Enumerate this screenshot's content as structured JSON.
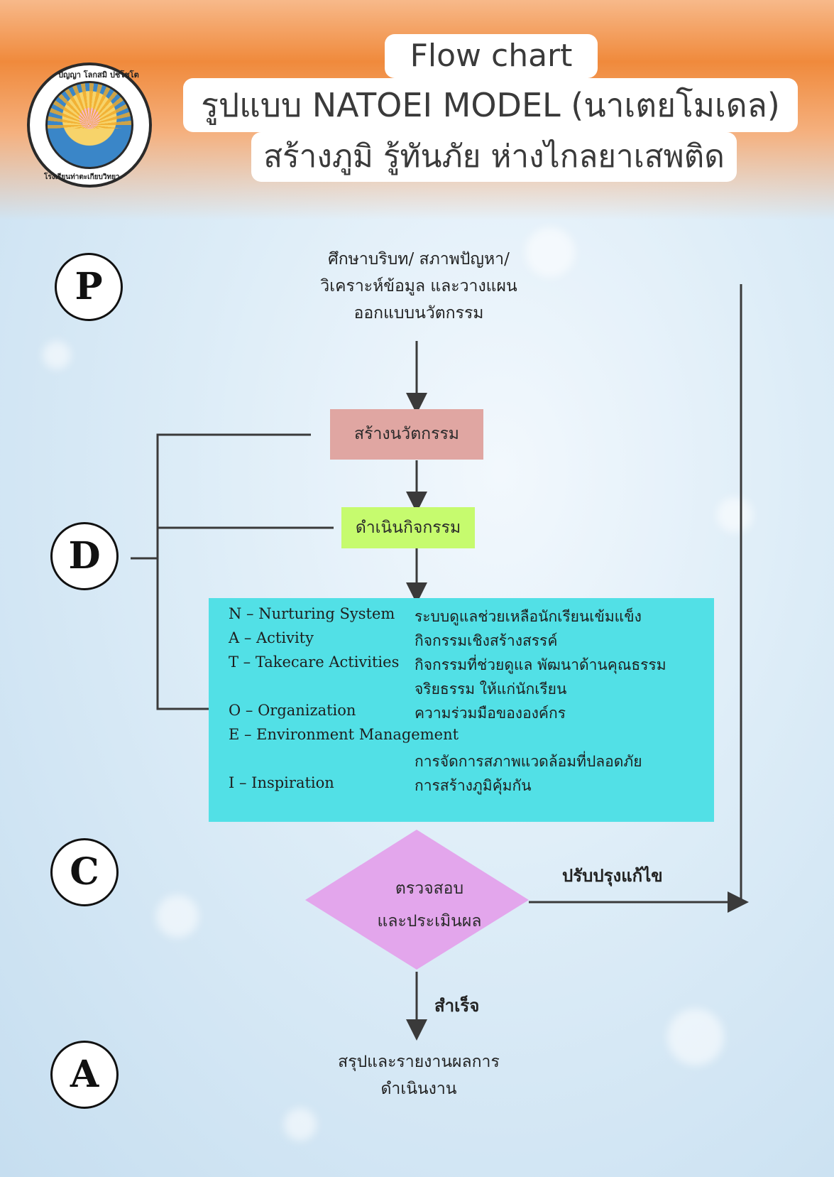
{
  "header": {
    "title_line1": "Flow chart",
    "title_line2": "รูปแบบ NATOEI MODEL (นาเตยโมเดล)",
    "title_line3": "สร้างภูมิ รู้ทันภัย ห่างไกลยาเสพติด"
  },
  "logo": {
    "motto": "ปัญญา โลกสมิ ปชโชโต",
    "school_name": "โรงเรียนท่าตะเกียบวิทยา"
  },
  "phases": {
    "p": "P",
    "d": "D",
    "c": "C",
    "a": "A"
  },
  "nodes": {
    "plan_line1": "ศึกษาบริบท/ สภาพปัญหา/",
    "plan_line2": "วิเคราะห์ข้อมูล และวางแผน",
    "plan_line3": "ออกแบบนวัตกรรม",
    "create": "สร้างนวัตกรรม",
    "do": "ดำเนินกิจกรรม",
    "check_line1": "ตรวจสอบ",
    "check_line2": "และประเมินผล",
    "improve_label": "ปรับปรุงแก้ไข",
    "success_label": "สำเร็จ",
    "act_line1": "สรุปและรายงานผลการ",
    "act_line2": "ดำเนินงาน"
  },
  "model": [
    {
      "en": "N – Nurturing System",
      "th": "ระบบดูแลช่วยเหลือนักเรียนเข้มแข็ง"
    },
    {
      "en": "A – Activity",
      "th": "กิจกรรมเชิงสร้างสรรค์"
    },
    {
      "en": "T – Takecare Activities",
      "th": "กิจกรรมที่ช่วยดูแล พัฒนาด้านคุณธรรม"
    },
    {
      "en": "",
      "th": "จริยธรรม ให้แก่นักเรียน"
    },
    {
      "en": "O – Organization",
      "th": "ความร่วมมือขององค์กร"
    },
    {
      "en": "E – Environment Management",
      "th": ""
    },
    {
      "en": "",
      "th": "การจัดการสภาพแวดล้อมที่ปลอดภัย"
    },
    {
      "en": "I – Inspiration",
      "th": "การสร้างภูมิคุ้มกัน"
    }
  ],
  "colors": {
    "header_orange": "#f08a3c",
    "create_box": "#e0a6a2",
    "do_box": "#c6fb6e",
    "model_box": "#52e0e6",
    "check_diamond": "#e3a6ec",
    "line": "#3a3a3a"
  }
}
